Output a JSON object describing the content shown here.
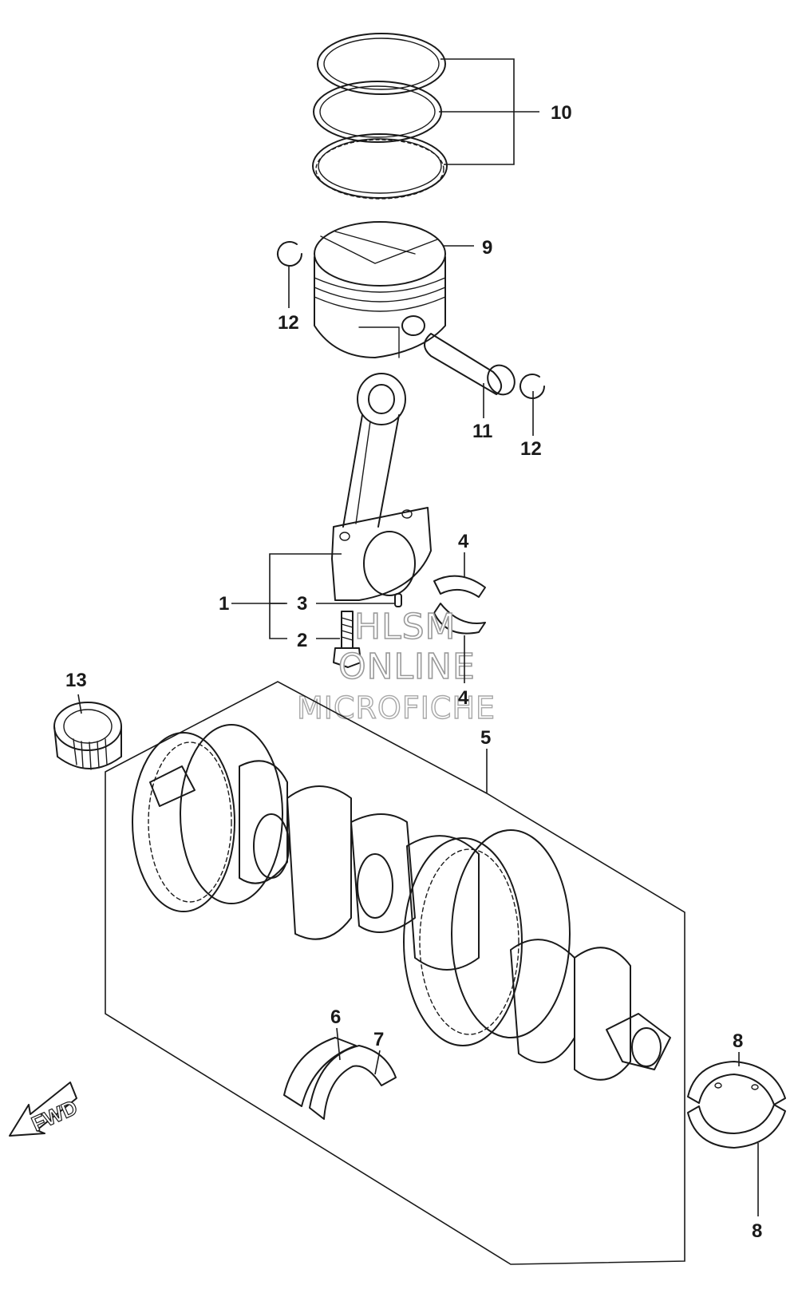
{
  "callouts": {
    "c1": "1",
    "c2": "2",
    "c3": "3",
    "c4a": "4",
    "c4b": "4",
    "c5": "5",
    "c6": "6",
    "c7": "7",
    "c8a": "8",
    "c8b": "8",
    "c9": "9",
    "c10": "10",
    "c11": "11",
    "c12a": "12",
    "c12b": "12",
    "c13": "13"
  },
  "direction_label": "FWD",
  "watermark": {
    "line1": "HLSM",
    "line2": "ONLINE",
    "line3": "MICROFICHE"
  }
}
